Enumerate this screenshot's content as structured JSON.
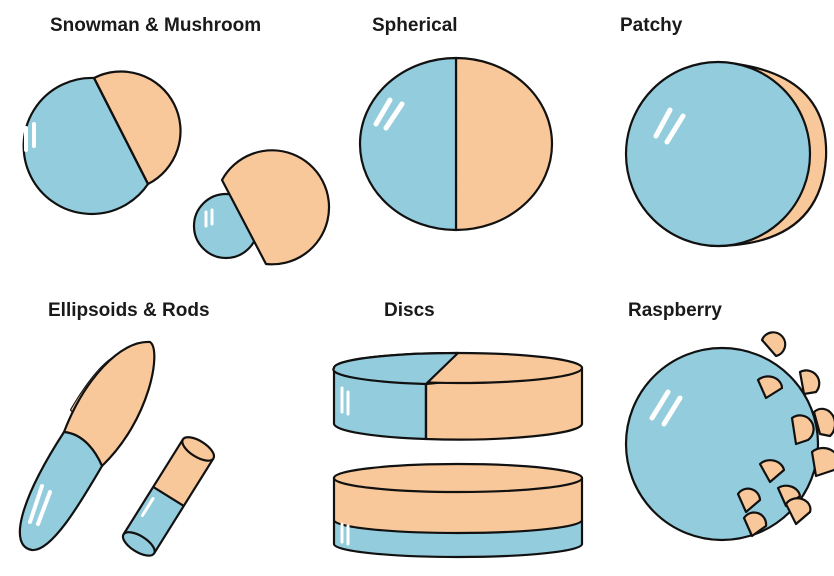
{
  "labels": {
    "snowman": "Snowman & Mushroom",
    "spherical": "Spherical",
    "patchy": "Patchy",
    "ellipsoids": "Ellipsoids & Rods",
    "discs": "Discs",
    "raspberry": "Raspberry"
  },
  "colors": {
    "blue": "#93cddd",
    "orange": "#f9c89a",
    "outline": "#111111",
    "highlight": "#ffffff"
  }
}
